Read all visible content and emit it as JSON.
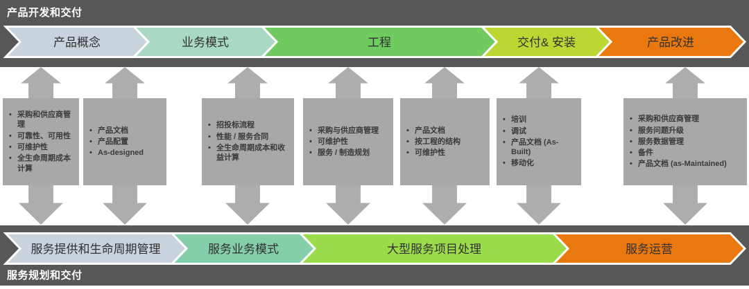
{
  "header": {
    "title": "产品开发和交付"
  },
  "footer": {
    "title": "服务规划和交付"
  },
  "colors": {
    "band": "#575757",
    "box": "#A8A8A8",
    "arrow": "#ADADAD",
    "chevron_text": "#303030",
    "band_title_text": "#FFFFFF",
    "chevron_border": "#FFFFFF"
  },
  "top_chevrons": [
    {
      "label": "产品概念",
      "color": "#C9D3DD"
    },
    {
      "label": "业务模式",
      "color": "#A9D8C5"
    },
    {
      "label": "工程",
      "color": "#6FCB5F"
    },
    {
      "label": "交付& 安装",
      "color": "#BCD733"
    },
    {
      "label": "产品改进",
      "color": "#E9790F"
    }
  ],
  "bottom_chevrons": [
    {
      "label": "服务提供和生命周期管理",
      "color": "#C9D3DD"
    },
    {
      "label": "服务业务模式",
      "color": "#85CEAA"
    },
    {
      "label": "大型服务项目处理",
      "color": "#9BDC4D"
    },
    {
      "label": "服务运营",
      "color": "#E9790F"
    }
  ],
  "boxes": [
    {
      "items": [
        "采购和供应商管理",
        "可靠性、可用性",
        "可维护性",
        "全生命周期成本计算"
      ]
    },
    {
      "items": [
        "产品文档",
        "产品配置",
        "As-designed"
      ]
    },
    {
      "items": [
        "招投标流程",
        "性能 / 服务合同",
        "全生命周期成本和收益计算"
      ]
    },
    {
      "items": [
        "采购与供应商管理",
        "可维护性",
        "服务 / 制造规划"
      ]
    },
    {
      "items": [
        "产品文档",
        "按工程的结构",
        "可维护性"
      ]
    },
    {
      "items": [
        "培训",
        "调试",
        "产品文档 (As-Built)",
        "移动化"
      ]
    },
    {
      "items": [
        "采购和供应商管理",
        "服务问题升级",
        "服务数据管理",
        "备件",
        "产品文档 (as-Maintained)"
      ]
    }
  ]
}
